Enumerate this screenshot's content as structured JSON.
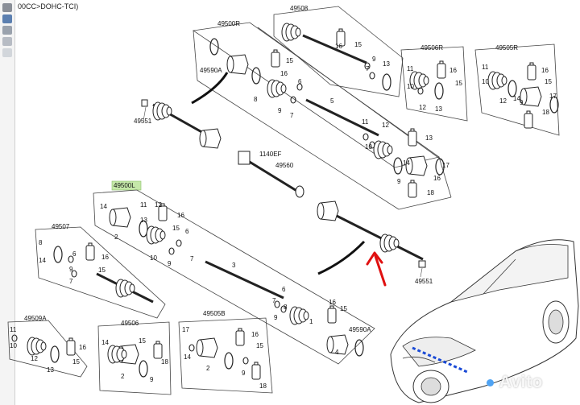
{
  "header": {
    "title": "00CC>DOHC-TCI)"
  },
  "toolbar": {
    "icons": [
      "print-icon",
      "save-icon",
      "copy-icon",
      "zoom-icon",
      "export-icon"
    ]
  },
  "colors": {
    "highlight": "#c5e8a9",
    "arrow": "#e01010",
    "wheel": "#1a4ad6"
  },
  "labels": {
    "g49508": "49508",
    "g49500R": "49500R",
    "g49506R": "49506R",
    "g49505R": "49505R",
    "g49500L": "49500L",
    "g49507": "49507",
    "g49509A": "49509A",
    "g49506": "49506",
    "g49505B": "49505B",
    "p49590A_top": "49590A",
    "p49590A_bot": "49590A",
    "p49551_top": "49551",
    "p49551_bot": "49551",
    "p1140EF": "1140EF",
    "p49560": "49560",
    "n1": "1",
    "n2": "2",
    "n3": "3",
    "n4": "4",
    "n5": "5",
    "n6": "6",
    "n7": "7",
    "n8": "8",
    "n9": "9",
    "n10": "10",
    "n11": "11",
    "n12": "12",
    "n13": "13",
    "n14": "14",
    "n15": "15",
    "n16": "16",
    "n17": "17",
    "n18": "18"
  },
  "watermark": {
    "text": "Avito"
  }
}
